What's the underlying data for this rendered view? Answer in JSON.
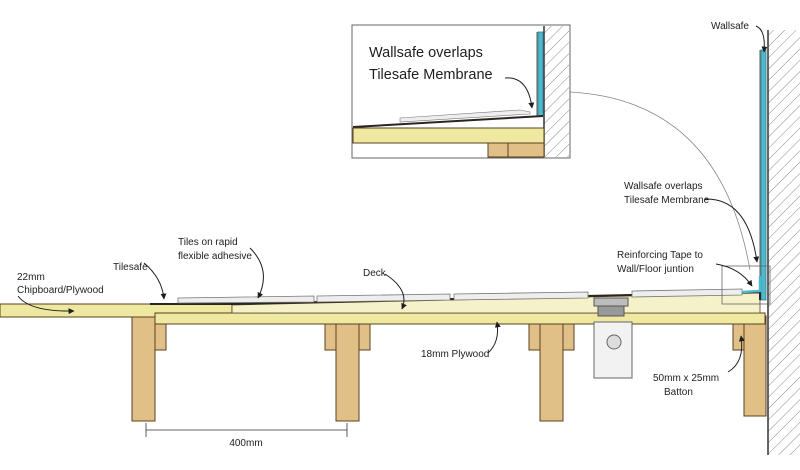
{
  "labels": {
    "wallsafe": "Wallsafe",
    "inset_line1": "Wallsafe overlaps",
    "inset_line2": "Tilesafe Membrane",
    "overlap_line1": "Wallsafe overlaps",
    "overlap_line2": "Tilesafe Membrane",
    "tiles_line1": "Tiles on rapid",
    "tiles_line2": "flexible adhesive",
    "tilesafe": "Tilesafe",
    "chipboard_line1": "22mm",
    "chipboard_line2": "Chipboard/Plywood",
    "deck": "Deck",
    "tape_line1": "Reinforcing Tape to",
    "tape_line2": "Wall/Floor juntion",
    "plywood": "18mm Plywood",
    "batton_line1": "50mm x 25mm",
    "batton_line2": "Batton",
    "spacing": "400mm"
  },
  "colors": {
    "timber": "#e1c088",
    "board": "#efe8a0",
    "membrane_blue": "#4fb8cc",
    "tile": "#eeeeee",
    "wall_hatch": "#888888"
  }
}
